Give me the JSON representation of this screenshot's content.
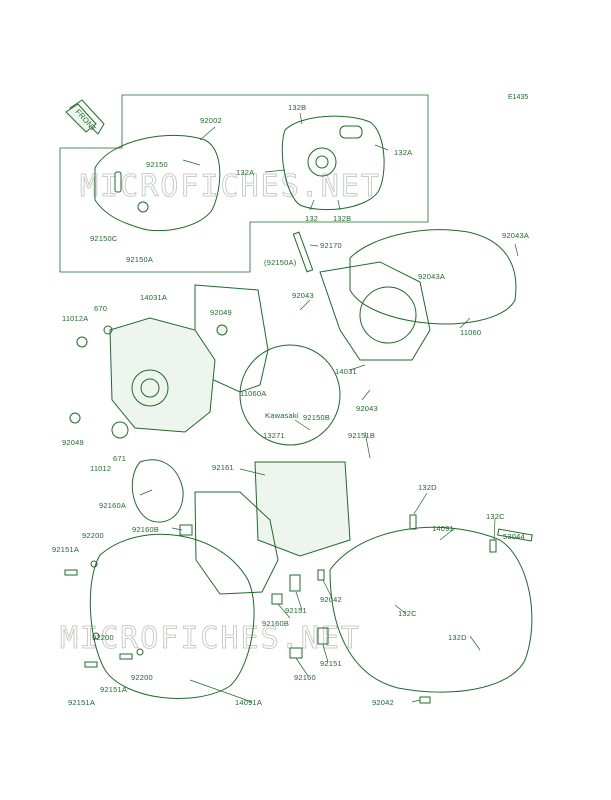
{
  "diagram_code": "E1435",
  "front_arrow_label": "FRONT",
  "watermark_text": "MICROFICHES.NET",
  "logo_text": "Kawasaki",
  "colors": {
    "line": "#1e6b2a",
    "watermark": "#c8ccc8",
    "background": "#ffffff"
  },
  "labels": [
    {
      "id": "l1",
      "text": "92002"
    },
    {
      "id": "l2",
      "text": "92150"
    },
    {
      "id": "l3",
      "text": "92150C"
    },
    {
      "id": "l4",
      "text": "92150A"
    },
    {
      "id": "l5",
      "text": "132B"
    },
    {
      "id": "l6",
      "text": "132A"
    },
    {
      "id": "l7",
      "text": "132A"
    },
    {
      "id": "l8",
      "text": "132"
    },
    {
      "id": "l9",
      "text": "132B"
    },
    {
      "id": "l10",
      "text": "92170"
    },
    {
      "id": "l11",
      "text": "(92150A)"
    },
    {
      "id": "l12",
      "text": "92043"
    },
    {
      "id": "l13",
      "text": "92043A"
    },
    {
      "id": "l14",
      "text": "92043A"
    },
    {
      "id": "l15",
      "text": "11060"
    },
    {
      "id": "l16",
      "text": "670"
    },
    {
      "id": "l17",
      "text": "11012A"
    },
    {
      "id": "l18",
      "text": "14031A"
    },
    {
      "id": "l19",
      "text": "92049"
    },
    {
      "id": "l20",
      "text": "11060A"
    },
    {
      "id": "l21",
      "text": "14031"
    },
    {
      "id": "l22",
      "text": "92043"
    },
    {
      "id": "l23",
      "text": "92150B"
    },
    {
      "id": "l24",
      "text": "13271"
    },
    {
      "id": "l25",
      "text": "92151B"
    },
    {
      "id": "l26",
      "text": "92049"
    },
    {
      "id": "l27",
      "text": "11012"
    },
    {
      "id": "l28",
      "text": "671"
    },
    {
      "id": "l29",
      "text": "92161"
    },
    {
      "id": "l30",
      "text": "92160A"
    },
    {
      "id": "l31",
      "text": "132D"
    },
    {
      "id": "l32",
      "text": "14091"
    },
    {
      "id": "l33",
      "text": "132C"
    },
    {
      "id": "l34",
      "text": "53044"
    },
    {
      "id": "l35",
      "text": "92200"
    },
    {
      "id": "l36",
      "text": "92151A"
    },
    {
      "id": "l37",
      "text": "92160B"
    },
    {
      "id": "l38",
      "text": "92042"
    },
    {
      "id": "l39",
      "text": "92151"
    },
    {
      "id": "l40",
      "text": "92160B"
    },
    {
      "id": "l41",
      "text": "132C"
    },
    {
      "id": "l42",
      "text": "132D"
    },
    {
      "id": "l43",
      "text": "92200"
    },
    {
      "id": "l44",
      "text": "92200"
    },
    {
      "id": "l45",
      "text": "92151A"
    },
    {
      "id": "l46",
      "text": "92151"
    },
    {
      "id": "l47",
      "text": "92160"
    },
    {
      "id": "l48",
      "text": "92151A"
    },
    {
      "id": "l49",
      "text": "14091A"
    },
    {
      "id": "l50",
      "text": "92042"
    }
  ]
}
